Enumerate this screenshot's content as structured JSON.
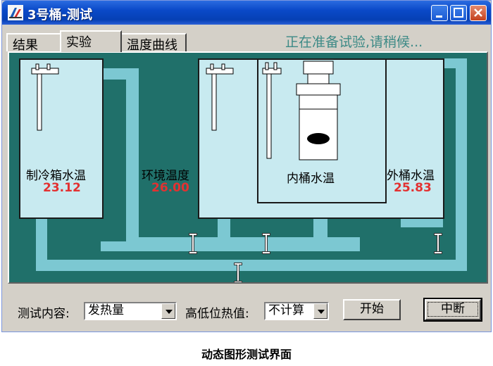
{
  "window": {
    "title": "3号桶-测试",
    "title_icon": "app-logo-icon",
    "controls": [
      "minimize-icon",
      "maximize-icon",
      "close-icon"
    ]
  },
  "tabs": [
    {
      "label": "结果"
    },
    {
      "label": "实验"
    },
    {
      "label": "温度曲线"
    }
  ],
  "active_tab": "实验",
  "status_message": "正在准备试验,请稍候...",
  "diagram": {
    "tanks": [
      {
        "label": "制冷箱水温",
        "value": "23.12"
      },
      {
        "label": "环境温度",
        "value": "26.00"
      },
      {
        "label": "内桶水温",
        "value": ""
      },
      {
        "label": "外桶水温",
        "value": "25.83"
      }
    ],
    "colors": {
      "background": "#20706a",
      "pipe": "#7cc8d2",
      "tank": "#c8eaf0",
      "value": "#e33131"
    }
  },
  "controls": {
    "test_content_label": "测试内容:",
    "test_content_value": "发热量",
    "heat_value_label": "高低位热值:",
    "heat_value_value": "不计算",
    "start_label": "开始",
    "stop_label": "中断"
  },
  "caption": "动态图形测试界面"
}
